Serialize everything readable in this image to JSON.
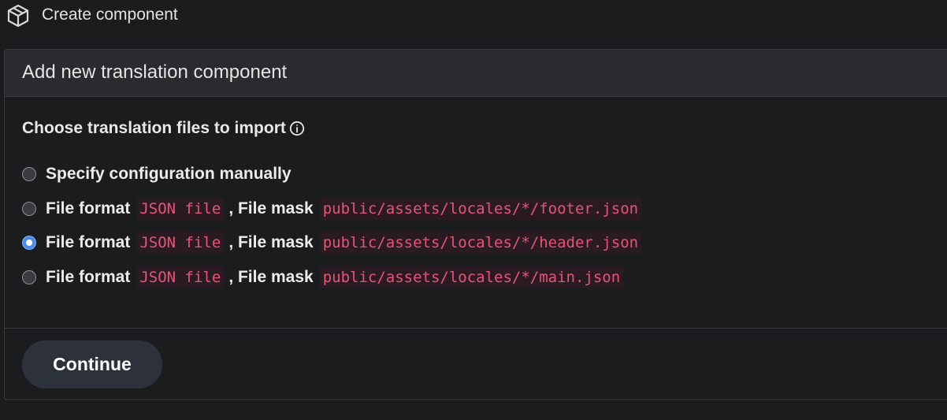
{
  "page": {
    "title": "Create component",
    "icon": "cube-icon"
  },
  "panel": {
    "title": "Add new translation component",
    "section_label": "Choose translation files to import",
    "info_icon": "info-icon",
    "options": [
      {
        "label": "Specify configuration manually",
        "checked": false
      },
      {
        "prefix": "File format",
        "format": "JSON file",
        "mask_label": ", File mask",
        "mask": "public/assets/locales/*/footer.json",
        "checked": false
      },
      {
        "prefix": "File format",
        "format": "JSON file",
        "mask_label": ", File mask",
        "mask": "public/assets/locales/*/header.json",
        "checked": true
      },
      {
        "prefix": "File format",
        "format": "JSON file",
        "mask_label": ", File mask",
        "mask": "public/assets/locales/*/main.json",
        "checked": false
      }
    ],
    "continue_label": "Continue"
  },
  "colors": {
    "background": "#1b1c1e",
    "header_bg": "#2a2b2e",
    "code_text": "#e8537a",
    "radio_checked": "#4c8be6",
    "button_bg": "#2c313a"
  }
}
